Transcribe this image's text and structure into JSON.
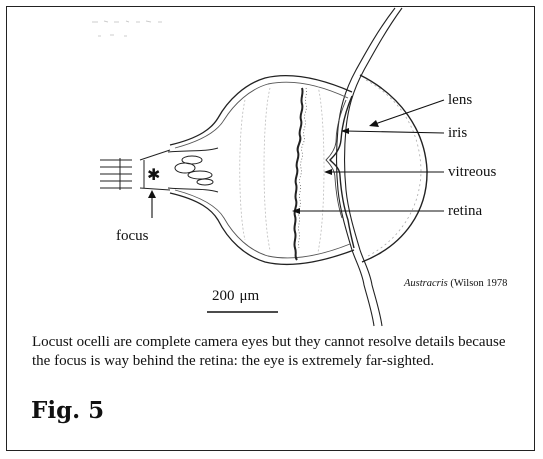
{
  "labels": {
    "lens": "lens",
    "iris": "iris",
    "vitreous": "vitreous",
    "retina": "retina",
    "focus": "focus"
  },
  "scale_bar": {
    "value": "200",
    "unit": "μm"
  },
  "credit": {
    "genus": "Austracris",
    "source": " (Wilson 1978"
  },
  "caption": "Locust ocelli are complete camera eyes but they cannot resolve details because the focus is way behind the retina: the eye is extremely far-sighted.",
  "figure_number": "Fig. 5",
  "icons": {
    "focus_marker": "asterisk-icon"
  }
}
